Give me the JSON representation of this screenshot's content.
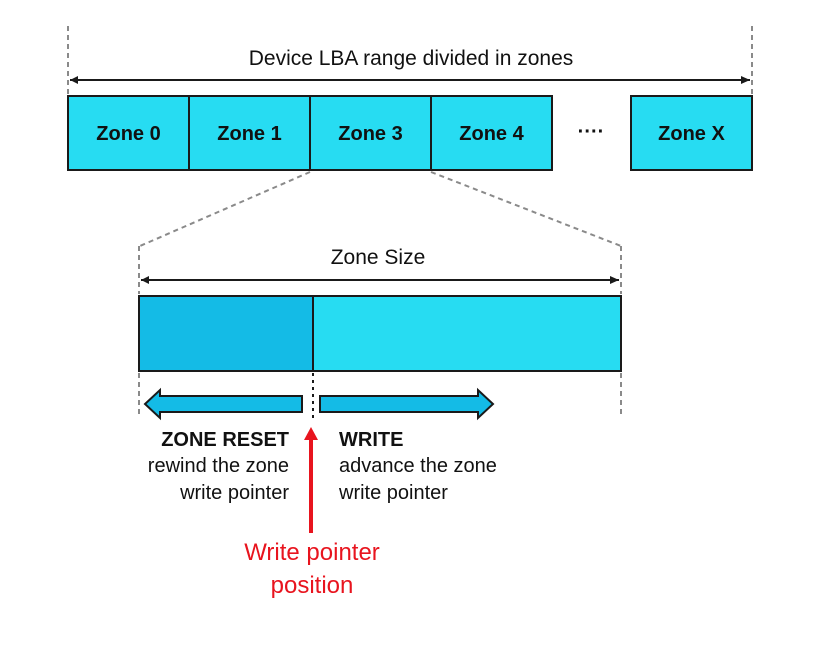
{
  "colors": {
    "zone_fill": "#27dcf2",
    "used_fill": "#14bbe6",
    "stroke": "#1a1a1a",
    "guide": "#8a8a8a",
    "pointer_red": "#e8141e"
  },
  "header": {
    "range_label": "Device LBA range divided in zones"
  },
  "zones": [
    "Zone 0",
    "Zone 1",
    "Zone 3",
    "Zone 4",
    "Zone X"
  ],
  "ellipsis": "····",
  "detail": {
    "size_label": "Zone Size",
    "written_fraction": 0.36
  },
  "actions": {
    "reset": {
      "title": "ZONE RESET",
      "line1": "rewind the zone",
      "line2": "write pointer"
    },
    "write": {
      "title": "WRITE",
      "line1": "advance the zone",
      "line2": "write pointer"
    }
  },
  "pointer": {
    "line1": "Write pointer",
    "line2": "position"
  }
}
